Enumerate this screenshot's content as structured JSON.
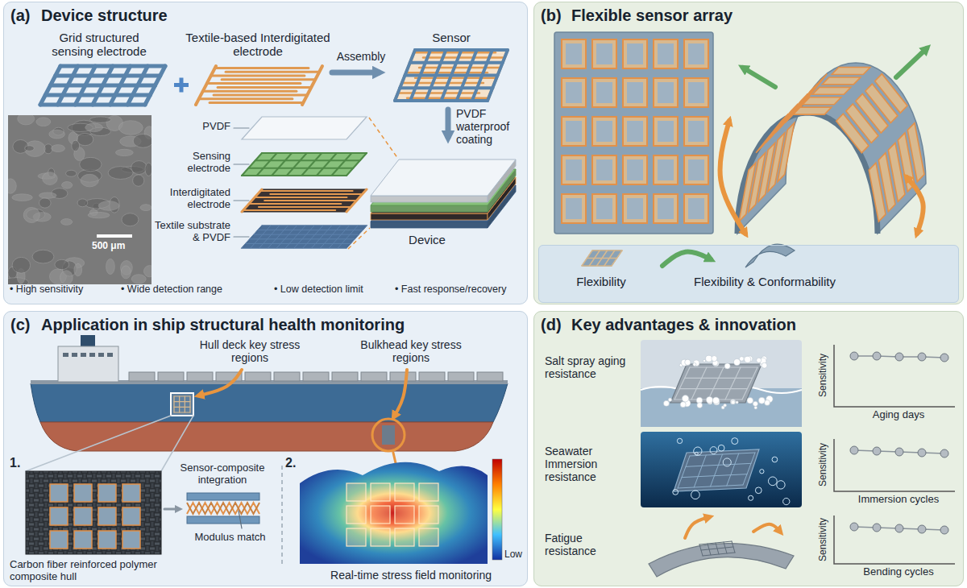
{
  "diagram": {
    "nodes": [
      {
        "text": [
          "(a)",
          "Device structure"
        ]
      },
      {
        "text": [
          "(b)",
          "Flexible sensor array"
        ]
      },
      {
        "text": [
          "Flexibility",
          "Flexibility & Conformability"
        ],
        "in": 1
      },
      {
        "text": [
          "(c)",
          "Application in ship structural health monitoring"
        ]
      },
      {
        "text": [
          "(d)",
          "Key advantages & innovation"
        ]
      }
    ],
    "labels": [
      "Grid structured sensing electrode",
      "Textile-based Interdigitated electrode",
      "Assembly",
      "Sensor",
      "PVDF waterproof coating",
      "PVDF",
      "Sensing electrode",
      "Interdigitated electrode",
      "Textile substrate & PVDF",
      "Device",
      "500 μm",
      "• High sensitivity",
      "• Wide detection range",
      "• Low detection limit",
      "• Fast response/recovery",
      "Hull deck key stress regions",
      "Bulkhead key stress regions",
      "1.",
      "Sensor-composite integration",
      "Modulus match",
      "Carbon fiber reinforced polymer composite hull",
      "2.",
      "Low",
      "Real-time stress field monitoring",
      "Salt spray aging resistance",
      "Sensitivity",
      "Aging days",
      "Seawater Immersion resistance",
      "Sensitivity",
      "Immersion cycles",
      "Fatigue resistance",
      "Sensitivity",
      "Bending cycles"
    ]
  }
}
